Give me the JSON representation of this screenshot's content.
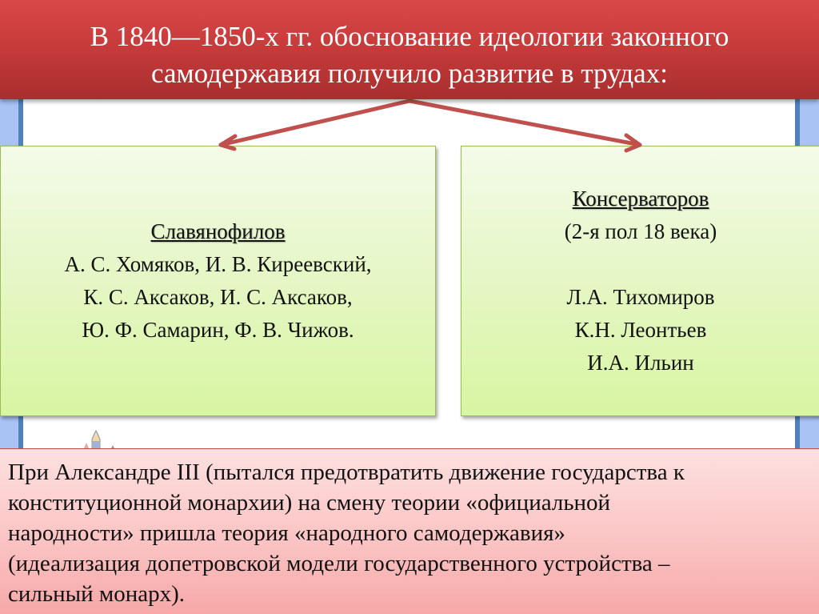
{
  "header": {
    "lines": [
      "В 1840—1850-х гг. обоснование идеологии законного",
      "самодержавия получило развитие в трудах:"
    ]
  },
  "colors": {
    "header_bg": "#c63a3a",
    "arrow": "#c0504d",
    "box_bg": "#e6f7c8",
    "box_border": "#9bbb59",
    "note_bg": "#fbc4c4",
    "side_bar": "#a9c3f5",
    "side_bar_edge": "#4f81bd"
  },
  "boxes": {
    "left": {
      "title": "Славянофилов",
      "lines": [
        "А. С. Хомяков, И. В. Киреевский,",
        "К. С. Аксаков, И. С. Аксаков,",
        "Ю. Ф. Самарин, Ф. В. Чижов."
      ]
    },
    "right": {
      "title": "Консерваторов",
      "subtitle": "(2-я пол 18 века)",
      "lines": [
        "Л.А. Тихомиров",
        "К.Н. Леонтьев",
        "И.А. Ильин"
      ]
    }
  },
  "note": {
    "lines": [
      "При Александре III (пытался предотвратить движение государства к",
      "конституционной монархии) на смену теории «официальной",
      "народности» пришла теория «народного самодержавия»",
      "(идеализация допетровской модели государственного устройства –",
      "сильный монарх)."
    ]
  }
}
